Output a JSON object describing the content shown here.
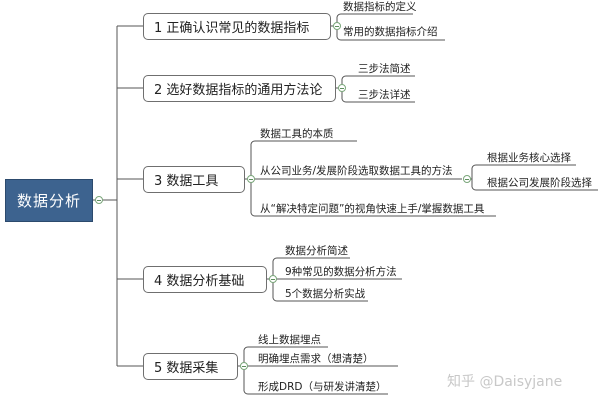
{
  "root": {
    "label": "数据分析"
  },
  "topics": [
    {
      "label": "1 正确认识常见的数据指标",
      "children": [
        "数据指标的定义",
        "常用的数据指标介绍"
      ]
    },
    {
      "label": "2 选好数据指标的通用方法论",
      "children": [
        "三步法简述",
        "三步法详述"
      ]
    },
    {
      "label": "3 数据工具",
      "children": [
        "数据工具的本质",
        "从公司业务/发展阶段选取数据工具的方法",
        "从“解决特定问题”的视角快速上手/掌握数据工具"
      ],
      "subchildren": [
        "根据业务核心选择",
        "根据公司发展阶段选择"
      ]
    },
    {
      "label": "4 数据分析基础",
      "children": [
        "数据分析简述",
        "9种常见的数据分析方法",
        "5个数据分析实战"
      ]
    },
    {
      "label": "5 数据采集",
      "children": [
        "线上数据埋点",
        "明确埋点需求（想清楚）",
        "形成DRD（与研发讲清楚）"
      ]
    }
  ],
  "watermark": "知乎 @Daisyjane",
  "colors": {
    "root_fill": "#3d638f",
    "line": "#555555",
    "toggle": "#5d8f5d"
  }
}
